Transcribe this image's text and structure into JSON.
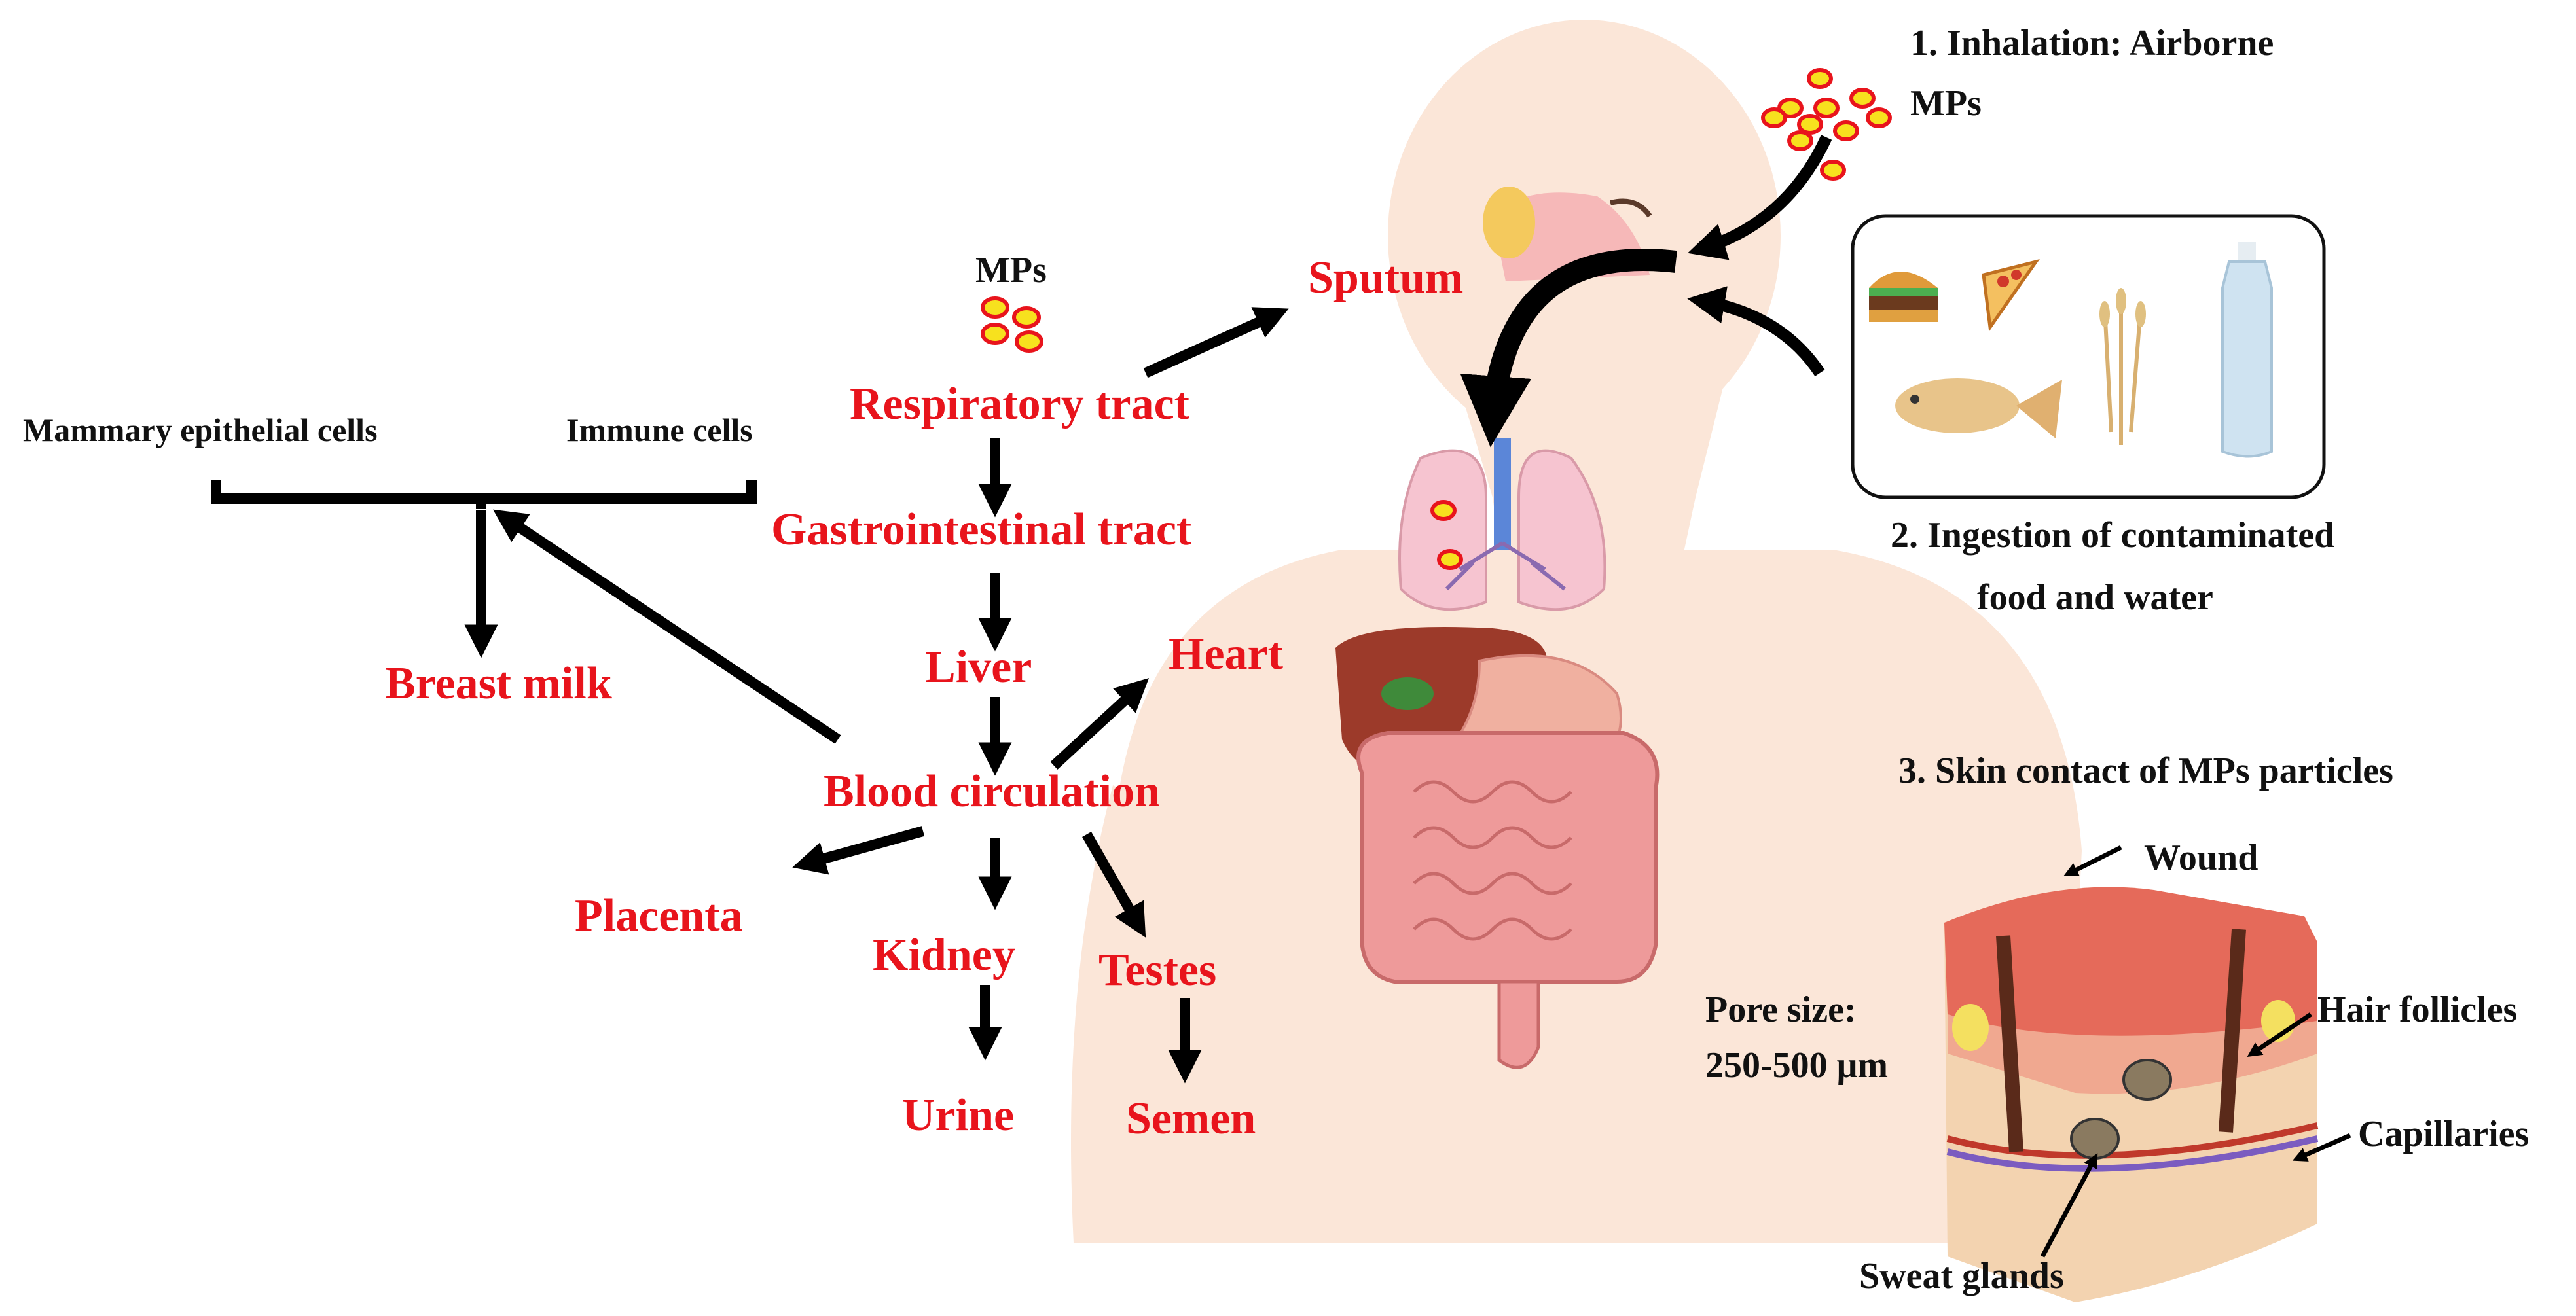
{
  "colors": {
    "organ_text": "#e8141c",
    "body_text": "#111111",
    "arrow": "#000000",
    "skin_silhouette": "#fbe6d8",
    "particle_fill": "#f7e11e",
    "particle_stroke": "#e8141c"
  },
  "routes": {
    "inhalation_line1": "1. Inhalation: Airborne",
    "inhalation_line2": "MPs",
    "ingestion_line1": "2. Ingestion of contaminated",
    "ingestion_line2": "food and water",
    "skin": "3. Skin contact of MPs particles"
  },
  "mps_label": "MPs",
  "organs": {
    "sputum": "Sputum",
    "respiratory": "Respiratory tract",
    "gastro": "Gastrointestinal  tract",
    "liver": "Liver",
    "heart": "Heart",
    "blood": "Blood circulation",
    "placenta": "Placenta",
    "kidney": "Kidney",
    "testes": "Testes",
    "urine": "Urine",
    "semen": "Semen",
    "breast_milk": "Breast milk"
  },
  "cells": {
    "mammary": "Mammary epithelial cells",
    "immune": "Immune cells"
  },
  "skin_labels": {
    "wound": "Wound",
    "hair": "Hair follicles",
    "capillaries": "Capillaries",
    "sweat": "Sweat glands",
    "pore_line1": "Pore size:",
    "pore_line2": "250-500 μm"
  },
  "icons": [
    "burger-icon",
    "pizza-icon",
    "wheat-icon",
    "water-bottle-icon",
    "fish-icon"
  ]
}
